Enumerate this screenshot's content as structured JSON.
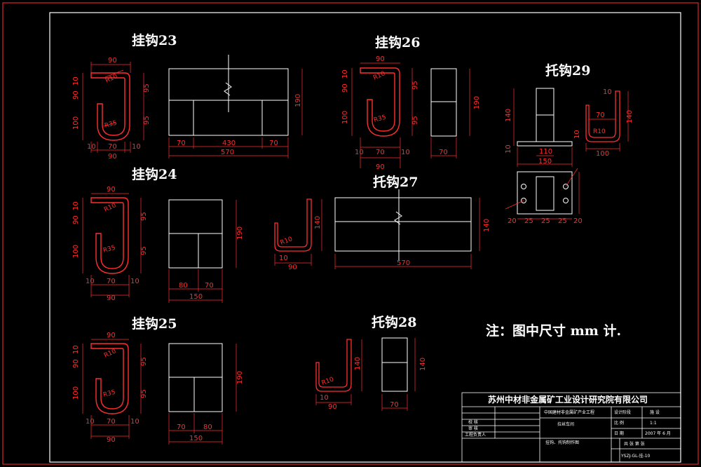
{
  "titles": {
    "h23": "挂钩23",
    "h24": "挂钩24",
    "h25": "挂钩25",
    "h26": "挂钩26",
    "h27": "托钩27",
    "h28": "托钩28",
    "h29": "托钩29"
  },
  "dims": {
    "d90": "90",
    "d10": "10",
    "d70": "70",
    "d95": "95",
    "d100": "100",
    "d190": "190",
    "d430": "430",
    "d570": "570",
    "d80": "80",
    "d150": "150",
    "d140": "140",
    "d110": "110",
    "d20": "20",
    "d25": "25",
    "r10": "R10",
    "r35": "R35"
  },
  "note": "注：图中尺寸 mm 计.",
  "title_block": {
    "company": "苏州中材非金属矿工业设计研究院有限公司",
    "project": "中国建材非金属矿产业工程",
    "stage_label": "设计阶段",
    "stage_value": "施 设",
    "scale_label": "比 例",
    "scale_value": "1:1",
    "date_label": "日 期",
    "date_value": "2007 年 6 月",
    "check_label": "校 核",
    "review_label": "审 核",
    "designer_label": "工程负责人",
    "subproject": "拉丝车间",
    "drawing_name": "挂钩、托钩制作图",
    "sheet_label": "共 张 第 张",
    "drawing_no": "YSZJ-GL-挂-10"
  },
  "colors": {
    "frame": "#ffffff",
    "outline": "#ffffff",
    "dimension": "#ff2d2d",
    "text": "#ffffff",
    "background": "#000000"
  }
}
